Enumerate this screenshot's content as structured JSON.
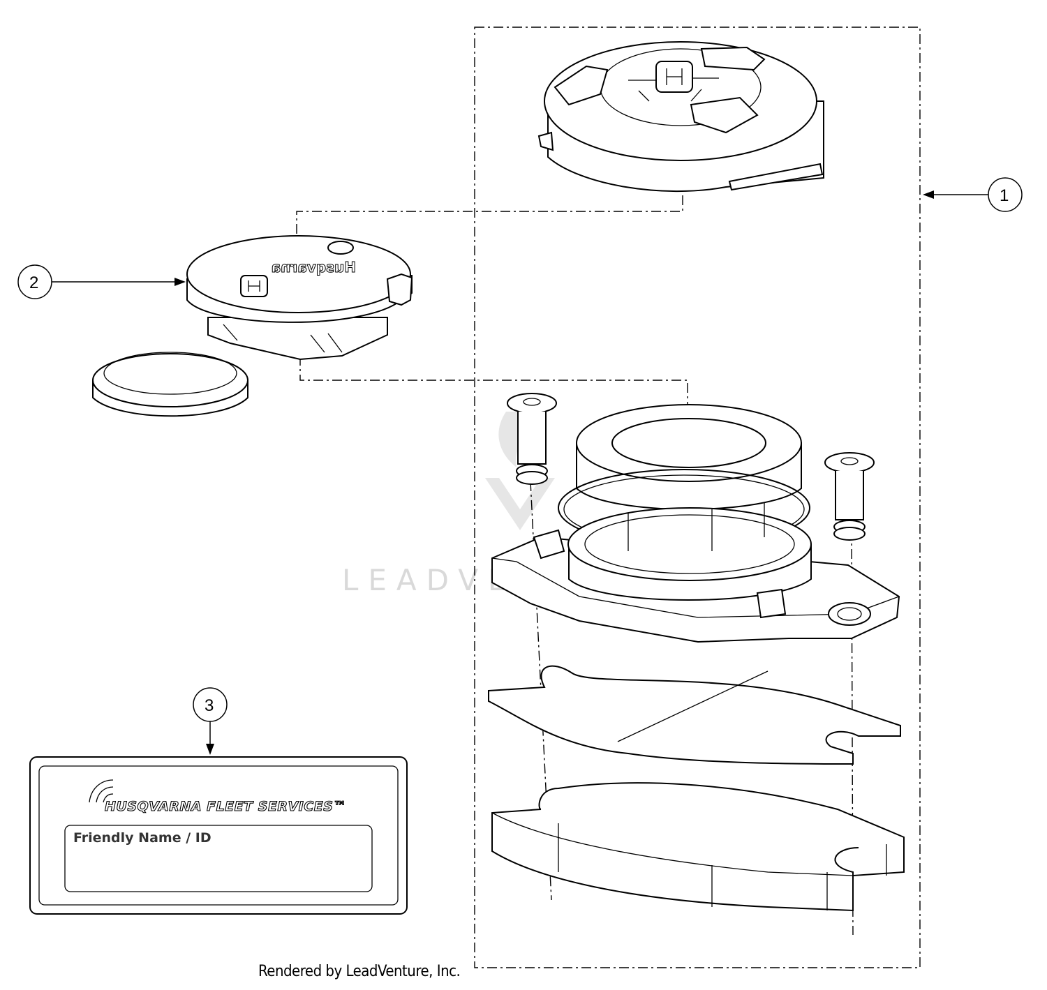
{
  "callouts": [
    {
      "number": "1"
    },
    {
      "number": "2"
    },
    {
      "number": "3"
    }
  ],
  "decal": {
    "brand": "HUSQVARNA FLEET SERVICES™",
    "field_label": "Friendly Name / ID"
  },
  "cap_brand_text": "Husqvarna",
  "watermark": "LEADVENTURE",
  "footer": "Rendered by LeadVenture, Inc."
}
